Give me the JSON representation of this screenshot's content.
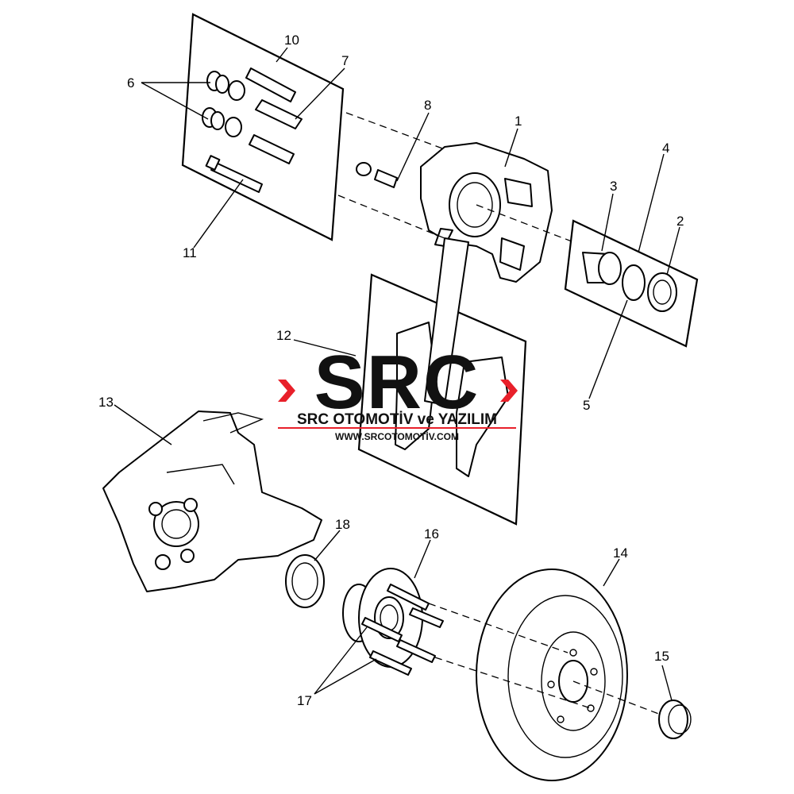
{
  "callouts": {
    "c1": "1",
    "c2": "2",
    "c3": "3",
    "c4": "4",
    "c5": "5",
    "c6": "6",
    "c7": "7",
    "c8": "8",
    "c10": "10",
    "c11": "11",
    "c12": "12",
    "c13": "13",
    "c14": "14",
    "c15": "15",
    "c16": "16",
    "c17": "17",
    "c18": "18"
  },
  "watermark": {
    "logo": "SRC",
    "company": "SRC OTOMOTİV ve YAZILIM",
    "website": "WWW.SRCOTOMOTİV.COM",
    "accent_color": "#e8202a"
  }
}
